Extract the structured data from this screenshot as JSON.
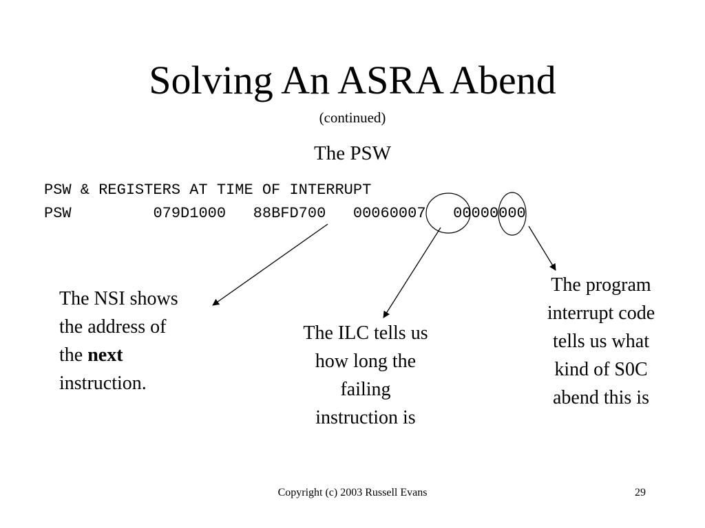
{
  "slide": {
    "title": "Solving An ASRA Abend",
    "subtitle": "(continued)",
    "section_heading": "The PSW"
  },
  "psw_block": {
    "header_line": "PSW & REGISTERS AT TIME OF INTERRUPT",
    "psw_label": "PSW",
    "words": [
      "079D1000",
      "88BFD700",
      "00060007",
      "00000000"
    ]
  },
  "callouts": {
    "nsi": {
      "line1": "The NSI shows",
      "line2": "the address of",
      "line3_prefix": "the ",
      "line3_bold": "next",
      "line4": "instruction."
    },
    "ilc": {
      "lines": [
        "The ILC tells us",
        "how long the",
        "failing",
        "instruction is"
      ]
    },
    "interrupt_code": {
      "lines": [
        "The program",
        "interrupt code",
        "tells us what",
        "kind of S0C",
        "abend this is"
      ]
    }
  },
  "footer": {
    "copyright": "Copyright (c) 2003 Russell Evans",
    "page_number": "29"
  }
}
